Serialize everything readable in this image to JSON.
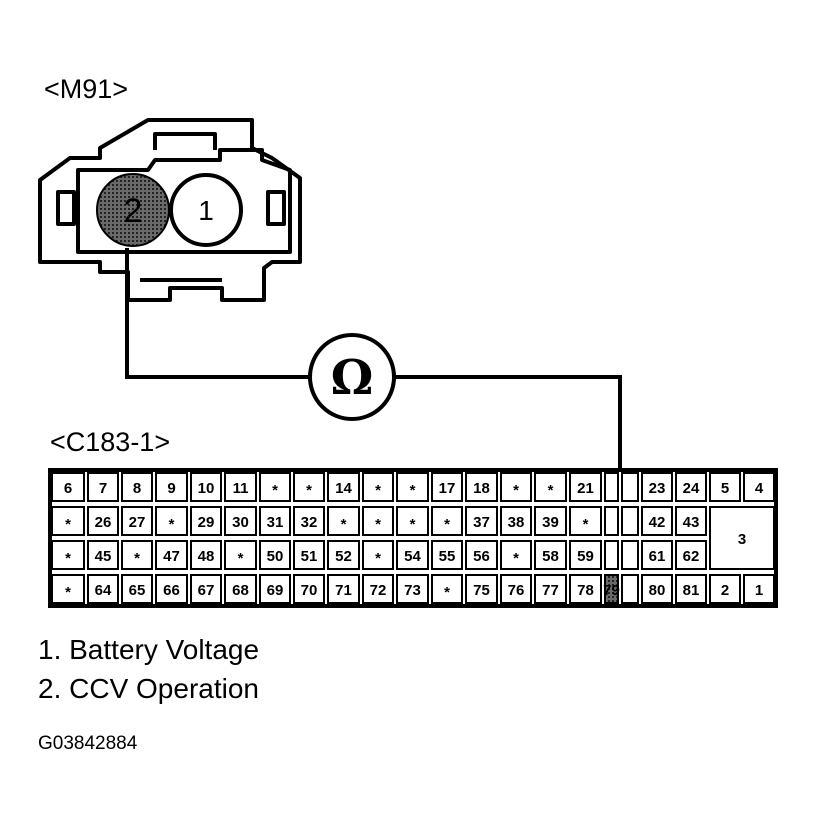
{
  "connectors": {
    "m91": {
      "label": "<M91>",
      "pins": [
        {
          "number": "2",
          "probed": true
        },
        {
          "number": "1",
          "probed": false
        }
      ]
    },
    "c183": {
      "label": "<C183-1>",
      "rows": [
        [
          "6",
          "7",
          "8",
          "9",
          "10",
          "11",
          "*",
          "*",
          "14",
          "*",
          "*",
          "17",
          "18",
          "*",
          "*",
          "21",
          "",
          "",
          "23",
          "24",
          "5",
          "4"
        ],
        [
          "*",
          "26",
          "27",
          "*",
          "29",
          "30",
          "31",
          "32",
          "*",
          "*",
          "*",
          "*",
          "37",
          "38",
          "39",
          "*",
          "",
          "",
          "42",
          "43"
        ],
        [
          "*",
          "45",
          "*",
          "47",
          "48",
          "*",
          "50",
          "51",
          "52",
          "*",
          "54",
          "55",
          "56",
          "*",
          "58",
          "59",
          "",
          "",
          "61",
          "62"
        ],
        [
          "*",
          "64",
          "65",
          "66",
          "67",
          "68",
          "69",
          "70",
          "71",
          "72",
          "73",
          "*",
          "75",
          "76",
          "77",
          "78",
          "79",
          "",
          "80",
          "81",
          "2",
          "1"
        ]
      ],
      "large_pin": "3",
      "probed_pin": "79"
    }
  },
  "meter": {
    "symbol": "Ω"
  },
  "legend": [
    "1. Battery Voltage",
    "2. CCV Operation"
  ],
  "figure_id": "G03842884"
}
